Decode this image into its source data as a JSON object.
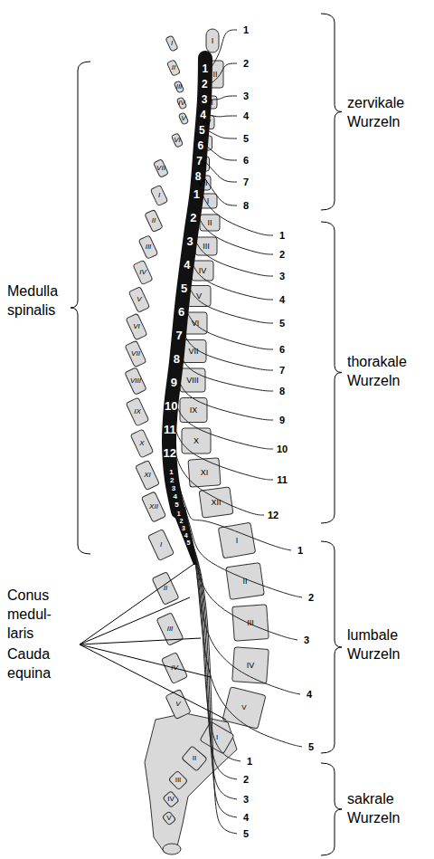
{
  "diagram": {
    "labels": [
      "Medulla spinalis",
      "Conus medul- laris",
      "Cauda equina",
      "zervikale Wurzeln",
      "thorakale Wurzeln",
      "lumbale Wurzeln",
      "sakrale Wurzeln",
      "1",
      "2",
      "3",
      "4",
      "5",
      "6",
      "7",
      "8",
      "1",
      "2",
      "3",
      "4",
      "5",
      "6",
      "7",
      "8",
      "9",
      "10",
      "11",
      "12",
      "1",
      "2",
      "3",
      "4",
      "5",
      "1",
      "2",
      "3",
      "4",
      "5",
      "I",
      "II",
      "III",
      "IV",
      "V",
      "VI",
      "VII",
      "I",
      "II",
      "III",
      "IV",
      "V",
      "VI",
      "VII",
      "VIII",
      "IX",
      "X",
      "XI",
      "XII",
      "I",
      "II",
      "III",
      "IV",
      "V",
      "I",
      "II",
      "III",
      "IV",
      "V",
      "I",
      "II",
      "III",
      "IV",
      "V",
      "VI",
      "VII",
      "I",
      "II",
      "III",
      "IV",
      "V",
      "VI",
      "VII",
      "VIII",
      "IX",
      "X",
      "XI",
      "XII",
      "I",
      "II",
      "III",
      "IV",
      "V",
      "1",
      "2",
      "3",
      "4",
      "5",
      "6",
      "7",
      "8",
      "1",
      "2",
      "3",
      "4",
      "5",
      "6",
      "7",
      "8",
      "9",
      "10",
      "11",
      "12",
      "1",
      "2",
      "3",
      "4",
      "5",
      "1",
      "2",
      "3",
      "4",
      "5"
    ]
  }
}
